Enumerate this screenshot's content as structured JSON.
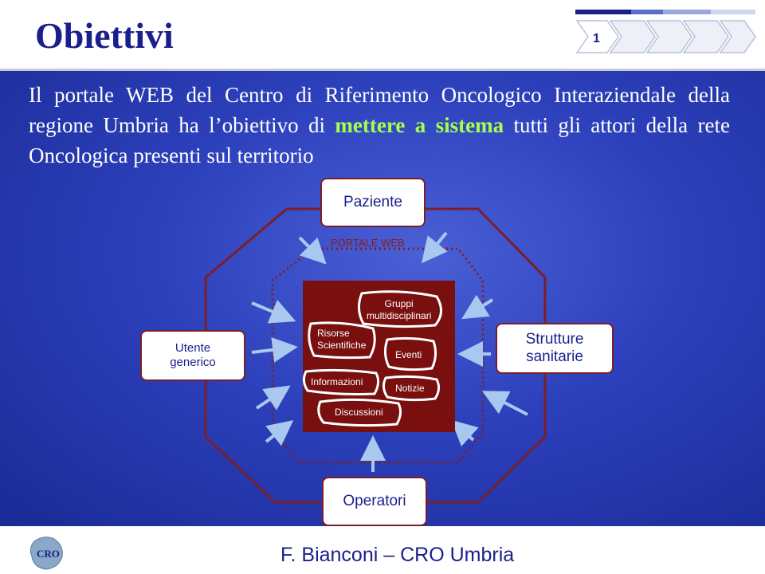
{
  "slide": {
    "title": "Obiettivi",
    "page_number": "1",
    "intro": {
      "part1": "Il portale WEB del Centro di Riferimento Oncologico Interaziendale della regione Umbria ha l’obiettivo di ",
      "highlight": "mettere a sistema",
      "part2": " tutti gli attori della rete Oncologica presenti sul territorio"
    },
    "footer": {
      "author": "F. Bianconi – CRO Umbria",
      "logo_text": "CRO"
    }
  },
  "diagram": {
    "paziente": "Paziente",
    "operatori": "Operatori",
    "utente_line1": "Utente",
    "utente_line2": "generico",
    "strutture_line1": "Strutture",
    "strutture_line2": "sanitarie",
    "portale": "PORTALE WEB",
    "items": {
      "gruppi_line1": "Gruppi",
      "gruppi_line2": "multidisciplinari",
      "risorse_line1": "Risorse",
      "risorse_line2": "Scientifiche",
      "eventi": "Eventi",
      "informazioni": "Informazioni",
      "notizie": "Notizie",
      "discussioni": "Discussioni"
    }
  },
  "colors": {
    "title": "#1a1f8c",
    "background": "#2c40bb",
    "highlight": "#a6ff4d",
    "octagon_border": "#7a1f2a",
    "inner_box": "#7a0f0f",
    "arrow": "#a8c8f0"
  }
}
